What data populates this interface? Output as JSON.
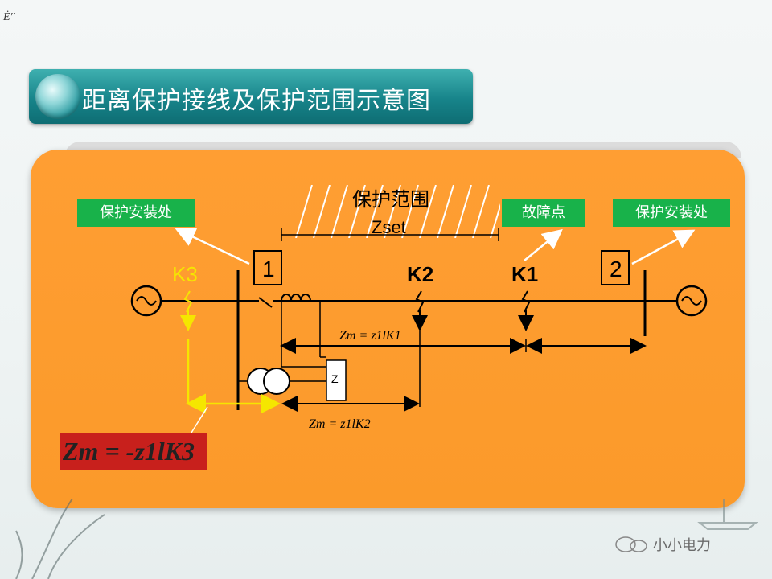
{
  "corner_mark": "Ė′′",
  "header": {
    "title": "距离保护接线及保护范围示意图"
  },
  "diagram": {
    "labels": {
      "install_left": "保护安装处",
      "fault_point": "故障点",
      "install_right": "保护安装处",
      "protection_range": "保护范围",
      "zset": "Zset",
      "node1": "1",
      "node2": "2",
      "k1": "K1",
      "k2": "K2",
      "k3": "K3",
      "relay": "Z"
    },
    "formulas": {
      "zm_k1": "Zm = z1lK1",
      "zm_k2": "Zm = z1lK2",
      "zm_k3": "Zm = -z1lK3"
    }
  },
  "watermark": {
    "text": "小小电力"
  },
  "colors": {
    "panel": "#fb9a2a",
    "label_box": "#18b24a",
    "title_bar": "#17848a",
    "k3_highlight": "#f5e600",
    "formula_box": "#c8201c"
  }
}
